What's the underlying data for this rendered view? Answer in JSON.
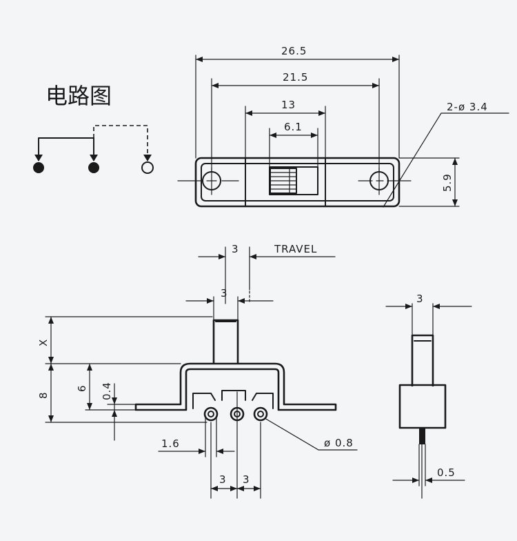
{
  "circuit": {
    "title": "电路图"
  },
  "top_view": {
    "dim_overall": "26.5",
    "dim_mounting": "21.5",
    "dim_body": "13",
    "dim_slider": "6.1",
    "dim_hole": "2-ø 3.4",
    "dim_height": "5.9"
  },
  "front_view": {
    "dim_travel": "3",
    "travel_label": "TRAVEL",
    "dim_actuator": "3",
    "dim_x": "X",
    "dim_8": "8",
    "dim_6": "6",
    "dim_04": "0.4",
    "dim_16": "1.6",
    "dim_pin": "ø 0.8",
    "dim_pitch_left": "3",
    "dim_pitch_right": "3"
  },
  "side_view": {
    "dim_actuator": "3",
    "dim_pin": "0.5"
  },
  "colors": {
    "background": "#f4f5f7",
    "ink": "#1a1a1a"
  }
}
